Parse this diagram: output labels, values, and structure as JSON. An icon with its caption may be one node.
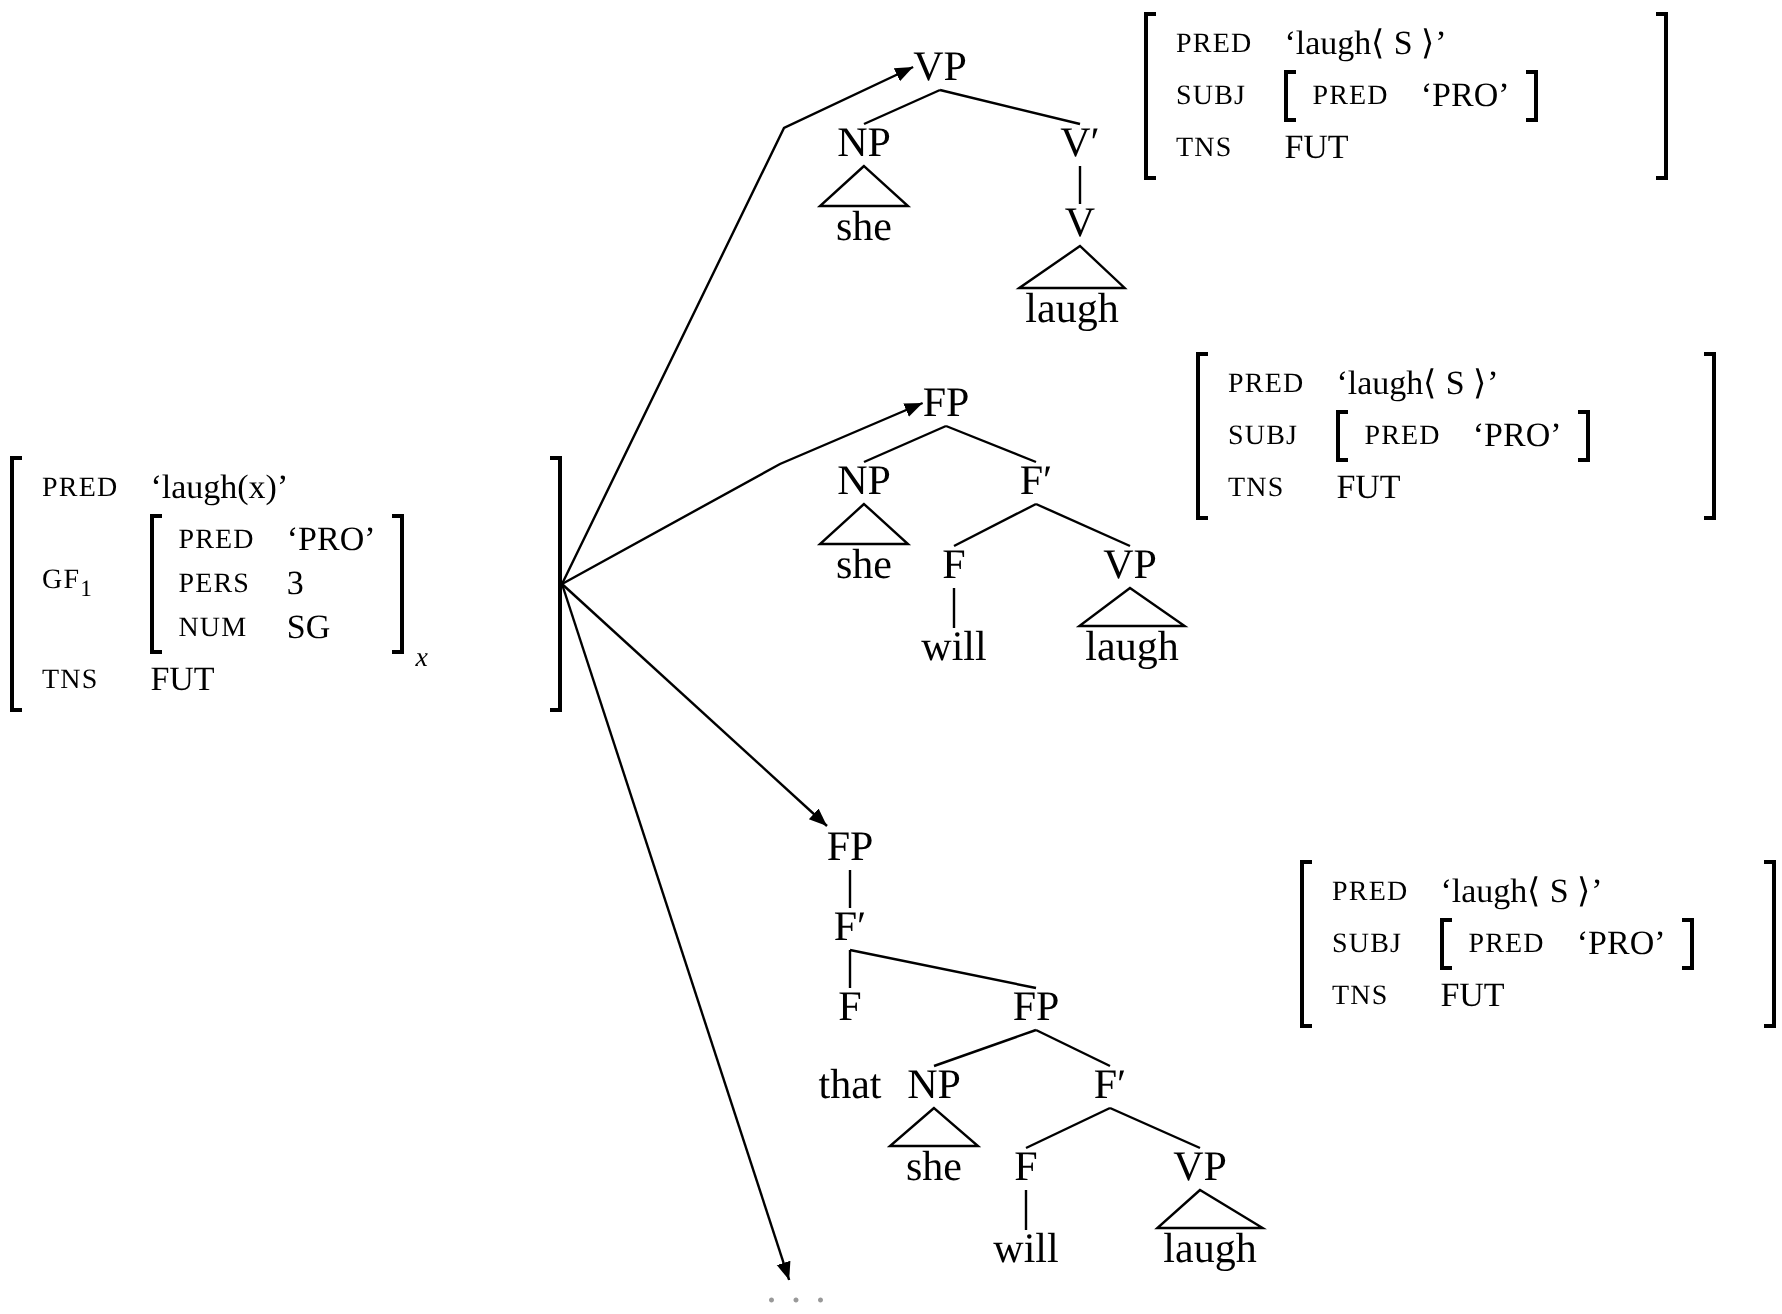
{
  "diagram": {
    "nodes": [
      {
        "text": [
          "PRED",
          "‘laugh(x)’",
          "GF$_{1}$",
          "TNS",
          "FUT"
        ]
      },
      {
        "text": [
          "PRED",
          "‘PRO’",
          "PERS",
          "3",
          "NUM",
          "SG"
        ],
        "in": 0,
        "beside": [
          "x"
        ]
      },
      {
        "text": [
          "VP"
        ]
      },
      {
        "text": [
          "NP"
        ]
      },
      {
        "text": [
          "V′"
        ]
      },
      {
        "text": [
          "she"
        ]
      },
      {
        "text": [
          "V"
        ]
      },
      {
        "text": [
          "laugh"
        ]
      },
      {
        "text": [
          "PRED",
          "‘laugh⟨ S ⟩’",
          "SUBJ",
          "TNS",
          "FUT"
        ]
      },
      {
        "text": [
          "PRED",
          "‘PRO’"
        ],
        "in": 8
      },
      {
        "text": [
          "FP"
        ]
      },
      {
        "text": [
          "NP"
        ]
      },
      {
        "text": [
          "F′"
        ]
      },
      {
        "text": [
          "she"
        ]
      },
      {
        "text": [
          "F"
        ]
      },
      {
        "text": [
          "VP"
        ]
      },
      {
        "text": [
          "will"
        ]
      },
      {
        "text": [
          "laugh"
        ]
      },
      {
        "text": [
          "PRED",
          "‘laugh⟨ S ⟩’",
          "SUBJ",
          "TNS",
          "FUT"
        ]
      },
      {
        "text": [
          "PRED",
          "‘PRO’"
        ],
        "in": 18
      },
      {
        "text": [
          "FP"
        ]
      },
      {
        "text": [
          "F′"
        ]
      },
      {
        "text": [
          "F"
        ]
      },
      {
        "text": [
          "FP"
        ]
      },
      {
        "text": [
          "NP"
        ]
      },
      {
        "text": [
          "F′"
        ]
      },
      {
        "text": [
          "she"
        ]
      },
      {
        "text": [
          "F"
        ]
      },
      {
        "text": [
          "VP"
        ]
      },
      {
        "text": [
          "will"
        ]
      },
      {
        "text": [
          "laugh"
        ]
      },
      {
        "text": [
          "PRED",
          "‘laugh⟨ S ⟩’",
          "SUBJ",
          "TNS",
          "FUT"
        ]
      },
      {
        "text": [
          "PRED",
          "‘PRO’"
        ],
        "in": 31
      },
      {
        "text": [
          "· · ·"
        ]
      }
    ],
    "edges": [
      {
        "from": 0,
        "to": 2,
        "arrow": "to"
      },
      {
        "from": 0,
        "to": 10,
        "arrow": "to"
      },
      {
        "from": 0,
        "to": 20,
        "arrow": "to"
      },
      {
        "from": 0,
        "to": 33,
        "arrow": "to"
      },
      {
        "from": 2,
        "to": 3,
        "arrow": "none"
      },
      {
        "from": 2,
        "to": 4,
        "arrow": "none"
      },
      {
        "from": 3,
        "to": 5,
        "arrow": "none"
      },
      {
        "from": 4,
        "to": 6,
        "arrow": "none"
      },
      {
        "from": 6,
        "to": 7,
        "arrow": "none"
      },
      {
        "from": 10,
        "to": 11,
        "arrow": "none"
      },
      {
        "from": 10,
        "to": 12,
        "arrow": "none"
      },
      {
        "from": 11,
        "to": 13,
        "arrow": "none"
      },
      {
        "from": 12,
        "to": 14,
        "arrow": "none"
      },
      {
        "from": 12,
        "to": 15,
        "arrow": "none"
      },
      {
        "from": 14,
        "to": 16,
        "arrow": "none"
      },
      {
        "from": 15,
        "to": 17,
        "arrow": "none"
      },
      {
        "from": 20,
        "to": 21,
        "arrow": "none"
      },
      {
        "from": 21,
        "to": 22,
        "arrow": "none"
      },
      {
        "from": 21,
        "to": 23,
        "arrow": "none"
      },
      {
        "from": 23,
        "to": 24,
        "arrow": "none"
      },
      {
        "from": 23,
        "to": 25,
        "arrow": "none"
      },
      {
        "from": 24,
        "to": 26,
        "arrow": "none"
      },
      {
        "from": 25,
        "to": 27,
        "arrow": "none"
      },
      {
        "from": 25,
        "to": 28,
        "arrow": "none"
      },
      {
        "from": 27,
        "to": 29,
        "arrow": "none"
      },
      {
        "from": 28,
        "to": 30,
        "arrow": "none"
      }
    ],
    "labels": [
      "that"
    ]
  }
}
